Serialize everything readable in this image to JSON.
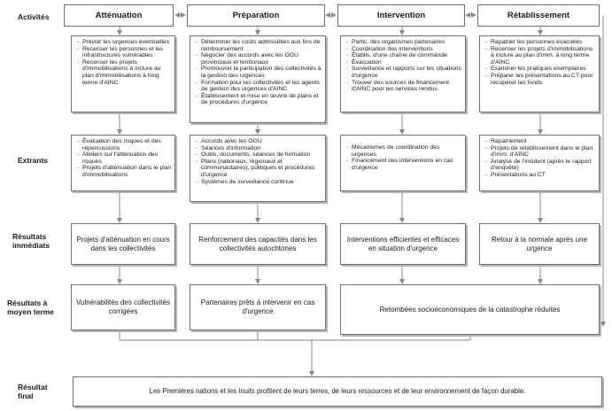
{
  "rows": {
    "activites": "Activités",
    "extrants": "Extrants",
    "immediats": "Résultats immédiats",
    "moyen": "Résultats à moyen terme",
    "final": "Résultat final"
  },
  "columns": [
    {
      "header": "Atténuation",
      "activities": [
        "Prévoir les urgences éventuelles",
        "Recenser les personnes et les infrastructures vulnérables",
        "Recenser les projets d'immobilisations à inclure au plan d'immobilisations à long terme d'AINC"
      ],
      "outputs": [
        "Évaluation des risques et des répercussions",
        "Ateliers sur l'atténuation des risques",
        "Projets d'atténuation dans le plan d'immobilisations"
      ],
      "immediate": "Projets d'atténuation en cours dans les collectivités",
      "intermediate": "Vulnérabilités des collectivités corrigées"
    },
    {
      "header": "Préparation",
      "activities": [
        "Déterminer les coûts admissibles aux fins de remboursement",
        "Négocier des accords avec les OGU provinciaux et territoriaux",
        "Promouvoir la participation des collectivités à la gestion des urgences",
        "Formation pour les collectivités et les agents de gestion des urgences d'AINC",
        "Établissement et mise en œuvre de plans et de procédures d'urgence"
      ],
      "outputs": [
        "Accords avec les OGU",
        "Séances d'information",
        "Outils, documents, séances de formation",
        "Plans (nationaux, régionaux et communautaires), politiques et procédures d'urgence",
        "Systèmes de surveillance continue"
      ],
      "immediate": "Renforcement des capacités dans les collectivités autochtones",
      "intermediate": "Partenaires prêts à intervenir en cas d'urgence"
    },
    {
      "header": "Intervention",
      "activities": [
        "Partic. des organismes partenaires",
        "Coordination des interventions",
        "Établis. d'une chaîne de commande",
        "Évacuation",
        "Surveillance et rapports sur les situations d'urgence",
        "Trouver des sources de financement d'AINC pour les services rendus"
      ],
      "outputs": [
        "Mécanismes de coordination des urgences",
        "Financement des interventions en cas d'urgence"
      ],
      "immediate": "Interventions efficientes et efficaces en situation d'urgence"
    },
    {
      "header": "Rétablissement",
      "activities": [
        "Rapatrier les personnes évacuées",
        "Recenser les projets d'immobilisations à inclure au plan d'imm. à long terme d'AINC",
        "Examiner les pratiques exemplaires",
        "Préparer les présentations au CT pour récupérer les fonds"
      ],
      "outputs": [
        "Rapatriement",
        "Projets de rétablissement dans le plan d'imm. d'AINC",
        "Analyse de l'incident (après le rapport d'enquête)",
        "Présentations au CT"
      ],
      "immediate": "Retour à la normale après une urgence"
    }
  ],
  "shared_intermediate": "Retombées socioéconomiques de la catastrophe réduites",
  "final_outcome": "Les Premières nations et les Inuits profitent de leurs terres, de leurs ressources et de leur environnement de façon durable."
}
